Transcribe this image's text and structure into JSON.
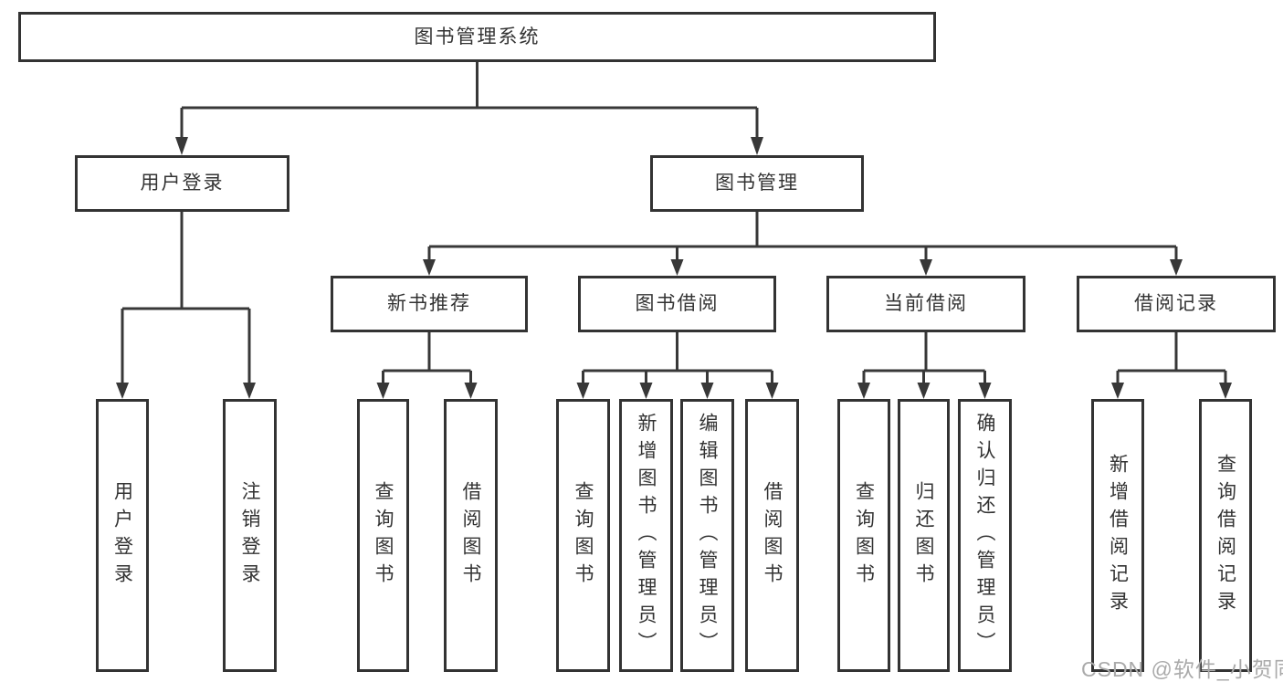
{
  "diagram": {
    "nodes": {
      "root": "图书管理系统",
      "user_login": "用户登录",
      "book_mgmt": "图书管理",
      "new_book": "新书推荐",
      "book_borrow": "图书借阅",
      "current_borrow": "当前借阅",
      "borrow_records": "借阅记录",
      "user_login_leaf": "用户登录",
      "logout_leaf": "注销登录",
      "query_book_1": "查询图书",
      "borrow_book_1": "借阅图书",
      "query_book_2": "查询图书",
      "add_book": "新增图书（管理员）",
      "edit_book": "编辑图书（管理员）",
      "borrow_book_2": "借阅图书",
      "query_book_3": "查询图书",
      "return_book": "归还图书",
      "confirm_return": "确认归还（管理员）",
      "add_borrow_record": "新增借阅记录",
      "query_borrow_record": "查询借阅记录"
    }
  },
  "watermark": {
    "text": "CSDN @软件_小贺同学"
  },
  "colors": {
    "line": "#383838",
    "border": "#333333",
    "text": "#333333",
    "watermark": "#aaaaaa",
    "background": "#ffffff"
  }
}
